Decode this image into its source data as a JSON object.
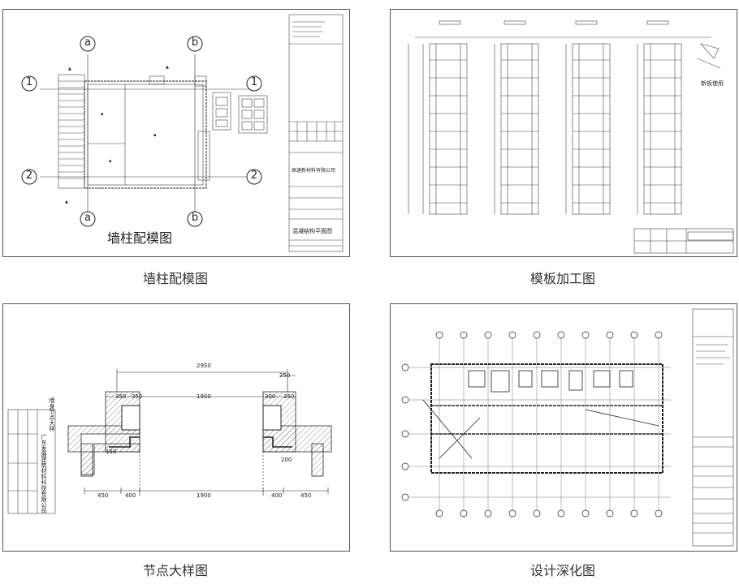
{
  "panels": [
    {
      "caption": "墙柱配模图",
      "drawing_title": "墙柱配模图",
      "grid_labels": [
        "a",
        "b",
        "1",
        "2"
      ],
      "company": "高速新材料有限公司",
      "sheet_title": "混凝结构平面图"
    },
    {
      "caption": "模板加工图",
      "note": "新板使用"
    },
    {
      "caption": "节点大样图",
      "title_block_company": "广东发展建筑材料科技有限公司",
      "title_block_sheet": "墙身节点大样",
      "dims_top": [
        "2950",
        "250"
      ],
      "dims_mid": [
        "350",
        "350",
        "1900",
        "300",
        "350"
      ],
      "dims_bottom": [
        "450",
        "400",
        "1900",
        "400",
        "450"
      ],
      "dims_side": [
        "150",
        "200"
      ]
    },
    {
      "caption": "设计深化图"
    }
  ]
}
